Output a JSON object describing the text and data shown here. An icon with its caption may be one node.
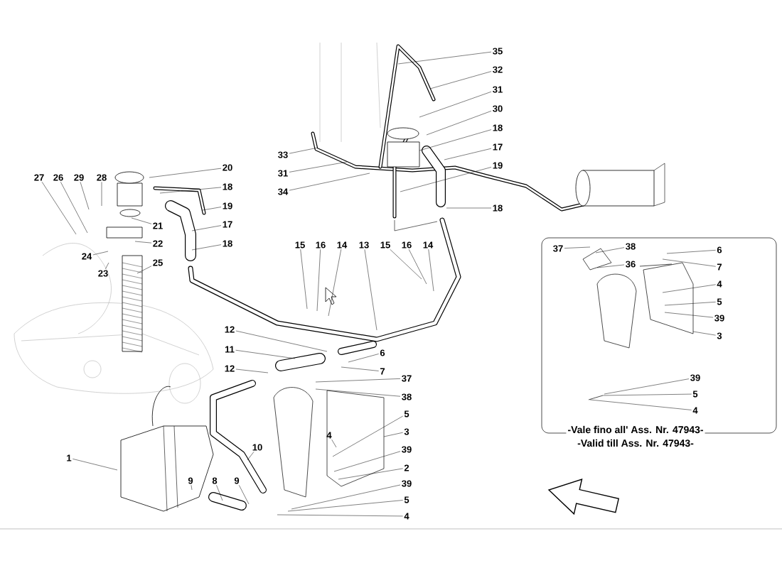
{
  "diagram": {
    "nodes": [
      {
        "text": [
          "35"
        ]
      },
      {
        "text": [
          "32"
        ]
      },
      {
        "text": [
          "31"
        ]
      },
      {
        "text": [
          "30"
        ]
      },
      {
        "text": [
          "18"
        ]
      },
      {
        "text": [
          "17"
        ]
      },
      {
        "text": [
          "19"
        ]
      },
      {
        "text": [
          "18"
        ]
      },
      {
        "text": [
          "33"
        ]
      },
      {
        "text": [
          "31"
        ]
      },
      {
        "text": [
          "34"
        ]
      },
      {
        "text": [
          "20"
        ]
      },
      {
        "text": [
          "18"
        ]
      },
      {
        "text": [
          "19"
        ]
      },
      {
        "text": [
          "17"
        ]
      },
      {
        "text": [
          "18"
        ]
      },
      {
        "text": [
          "27"
        ]
      },
      {
        "text": [
          "26"
        ]
      },
      {
        "text": [
          "29"
        ]
      },
      {
        "text": [
          "28"
        ]
      },
      {
        "text": [
          "21"
        ]
      },
      {
        "text": [
          "22"
        ]
      },
      {
        "text": [
          "24"
        ]
      },
      {
        "text": [
          "23"
        ]
      },
      {
        "text": [
          "25"
        ]
      },
      {
        "text": [
          "15"
        ]
      },
      {
        "text": [
          "16"
        ]
      },
      {
        "text": [
          "14"
        ]
      },
      {
        "text": [
          "13"
        ]
      },
      {
        "text": [
          "15"
        ]
      },
      {
        "text": [
          "16"
        ]
      },
      {
        "text": [
          "14"
        ]
      },
      {
        "text": [
          "12"
        ]
      },
      {
        "text": [
          "11"
        ]
      },
      {
        "text": [
          "6"
        ]
      },
      {
        "text": [
          "12"
        ]
      },
      {
        "text": [
          "7"
        ]
      },
      {
        "text": [
          "37"
        ]
      },
      {
        "text": [
          "38"
        ]
      },
      {
        "text": [
          "5"
        ]
      },
      {
        "text": [
          "3"
        ]
      },
      {
        "text": [
          "39"
        ]
      },
      {
        "text": [
          "2"
        ]
      },
      {
        "text": [
          "39"
        ]
      },
      {
        "text": [
          "5"
        ]
      },
      {
        "text": [
          "4"
        ]
      },
      {
        "text": [
          "4"
        ]
      },
      {
        "text": [
          "10"
        ]
      },
      {
        "text": [
          "1"
        ]
      },
      {
        "text": [
          "9"
        ]
      },
      {
        "text": [
          "8"
        ]
      },
      {
        "text": [
          "9"
        ]
      },
      {
        "text": [
          "-Vale fino all' Ass. Nr. 47943-",
          "-Valid till Ass. Nr. 47943-"
        ]
      },
      {
        "text": [
          "37"
        ],
        "in": 52
      },
      {
        "text": [
          "38"
        ],
        "in": 52
      },
      {
        "text": [
          "36"
        ],
        "in": 52
      },
      {
        "text": [
          "6"
        ],
        "in": 52
      },
      {
        "text": [
          "7"
        ],
        "in": 52
      },
      {
        "text": [
          "4"
        ],
        "in": 52
      },
      {
        "text": [
          "5"
        ],
        "in": 52
      },
      {
        "text": [
          "39"
        ],
        "in": 52
      },
      {
        "text": [
          "3"
        ],
        "in": 52
      },
      {
        "text": [
          "39"
        ],
        "in": 52
      },
      {
        "text": [
          "5"
        ],
        "in": 52
      },
      {
        "text": [
          "4"
        ],
        "in": 52
      }
    ],
    "edges": [
      {
        "from": 0,
        "to": null,
        "arrow": "none"
      },
      {
        "from": 1,
        "to": null,
        "arrow": "none"
      },
      {
        "from": 2,
        "to": null,
        "arrow": "none"
      },
      {
        "from": 3,
        "to": null,
        "arrow": "none"
      },
      {
        "from": 4,
        "to": null,
        "arrow": "none"
      },
      {
        "from": 5,
        "to": null,
        "arrow": "none"
      },
      {
        "from": 6,
        "to": null,
        "arrow": "none"
      },
      {
        "from": 7,
        "to": null,
        "arrow": "none"
      },
      {
        "from": 8,
        "to": null,
        "arrow": "none"
      },
      {
        "from": 9,
        "to": null,
        "arrow": "none"
      },
      {
        "from": 10,
        "to": null,
        "arrow": "none"
      },
      {
        "from": 11,
        "to": null,
        "arrow": "none"
      },
      {
        "from": 12,
        "to": null,
        "arrow": "none"
      },
      {
        "from": 13,
        "to": null,
        "arrow": "none"
      },
      {
        "from": 14,
        "to": null,
        "arrow": "none"
      },
      {
        "from": 15,
        "to": null,
        "arrow": "none"
      },
      {
        "from": 16,
        "to": null,
        "arrow": "none"
      },
      {
        "from": 17,
        "to": null,
        "arrow": "none"
      },
      {
        "from": 18,
        "to": null,
        "arrow": "none"
      },
      {
        "from": 19,
        "to": null,
        "arrow": "none"
      },
      {
        "from": 20,
        "to": null,
        "arrow": "none"
      },
      {
        "from": 21,
        "to": null,
        "arrow": "none"
      },
      {
        "from": 22,
        "to": null,
        "arrow": "none"
      },
      {
        "from": 23,
        "to": null,
        "arrow": "none"
      },
      {
        "from": 24,
        "to": null,
        "arrow": "none"
      },
      {
        "from": 25,
        "to": null,
        "arrow": "none"
      },
      {
        "from": 26,
        "to": null,
        "arrow": "none"
      },
      {
        "from": 27,
        "to": null,
        "arrow": "none"
      },
      {
        "from": 28,
        "to": null,
        "arrow": "none"
      },
      {
        "from": 29,
        "to": null,
        "arrow": "none"
      },
      {
        "from": 30,
        "to": null,
        "arrow": "none"
      },
      {
        "from": 31,
        "to": null,
        "arrow": "none"
      },
      {
        "from": 32,
        "to": null,
        "arrow": "none"
      },
      {
        "from": 33,
        "to": null,
        "arrow": "none"
      },
      {
        "from": 34,
        "to": null,
        "arrow": "none"
      },
      {
        "from": 35,
        "to": null,
        "arrow": "none"
      },
      {
        "from": 36,
        "to": null,
        "arrow": "none"
      },
      {
        "from": 37,
        "to": null,
        "arrow": "none"
      },
      {
        "from": 38,
        "to": null,
        "arrow": "none"
      },
      {
        "from": 39,
        "to": null,
        "arrow": "none"
      },
      {
        "from": 40,
        "to": null,
        "arrow": "none"
      },
      {
        "from": 41,
        "to": null,
        "arrow": "none"
      },
      {
        "from": 42,
        "to": null,
        "arrow": "none"
      },
      {
        "from": 43,
        "to": null,
        "arrow": "none"
      },
      {
        "from": 44,
        "to": null,
        "arrow": "none"
      },
      {
        "from": 45,
        "to": null,
        "arrow": "none"
      },
      {
        "from": 46,
        "to": null,
        "arrow": "none"
      },
      {
        "from": 47,
        "to": null,
        "arrow": "none"
      },
      {
        "from": 48,
        "to": null,
        "arrow": "none"
      },
      {
        "from": 49,
        "to": null,
        "arrow": "none"
      },
      {
        "from": 50,
        "to": null,
        "arrow": "none"
      },
      {
        "from": 51,
        "to": null,
        "arrow": "none"
      },
      {
        "from": 53,
        "to": null,
        "arrow": "none"
      },
      {
        "from": 54,
        "to": null,
        "arrow": "none"
      },
      {
        "from": 55,
        "to": null,
        "arrow": "none"
      },
      {
        "from": 56,
        "to": null,
        "arrow": "none"
      },
      {
        "from": 57,
        "to": null,
        "arrow": "none"
      },
      {
        "from": 58,
        "to": null,
        "arrow": "none"
      },
      {
        "from": 59,
        "to": null,
        "arrow": "none"
      },
      {
        "from": 60,
        "to": null,
        "arrow": "none"
      },
      {
        "from": 61,
        "to": null,
        "arrow": "none"
      },
      {
        "from": 62,
        "to": null,
        "arrow": "none"
      },
      {
        "from": 63,
        "to": null,
        "arrow": "none"
      },
      {
        "from": 64,
        "to": null,
        "arrow": "none"
      }
    ]
  }
}
